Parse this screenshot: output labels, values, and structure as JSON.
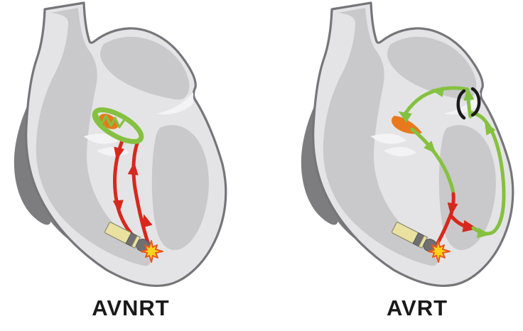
{
  "figure": {
    "background": "#ffffff",
    "panels": [
      {
        "id": "avnrt",
        "label": "AVNRT"
      },
      {
        "id": "avrt",
        "label": "AVRT"
      }
    ],
    "colors": {
      "background": "#ffffff",
      "heart_wall": "#e4e4e6",
      "chamber": "#c9c9cb",
      "shadow": "#7d7d7f",
      "outline": "#76767a",
      "highlight": "#f3f3f5",
      "circuit_green": "#85c140",
      "circuit_red": "#d7281d",
      "av_node_orange": "#e8791d",
      "accessory_pathway_black": "#1a1a1a",
      "catheter_shaft": "#eae1a1",
      "catheter_band": "#707073",
      "spark_fill": "#ffd21c",
      "spark_outline": "#e8581c",
      "label_color": "#1a1a1a"
    },
    "icons": [
      "heart-cross-section-icon",
      "av-node-reentry-loop-icon",
      "av-node-icon",
      "accessory-pathway-brackets-icon",
      "conduction-arrow-icon",
      "ablation-catheter-icon",
      "ablation-spark-icon"
    ]
  }
}
